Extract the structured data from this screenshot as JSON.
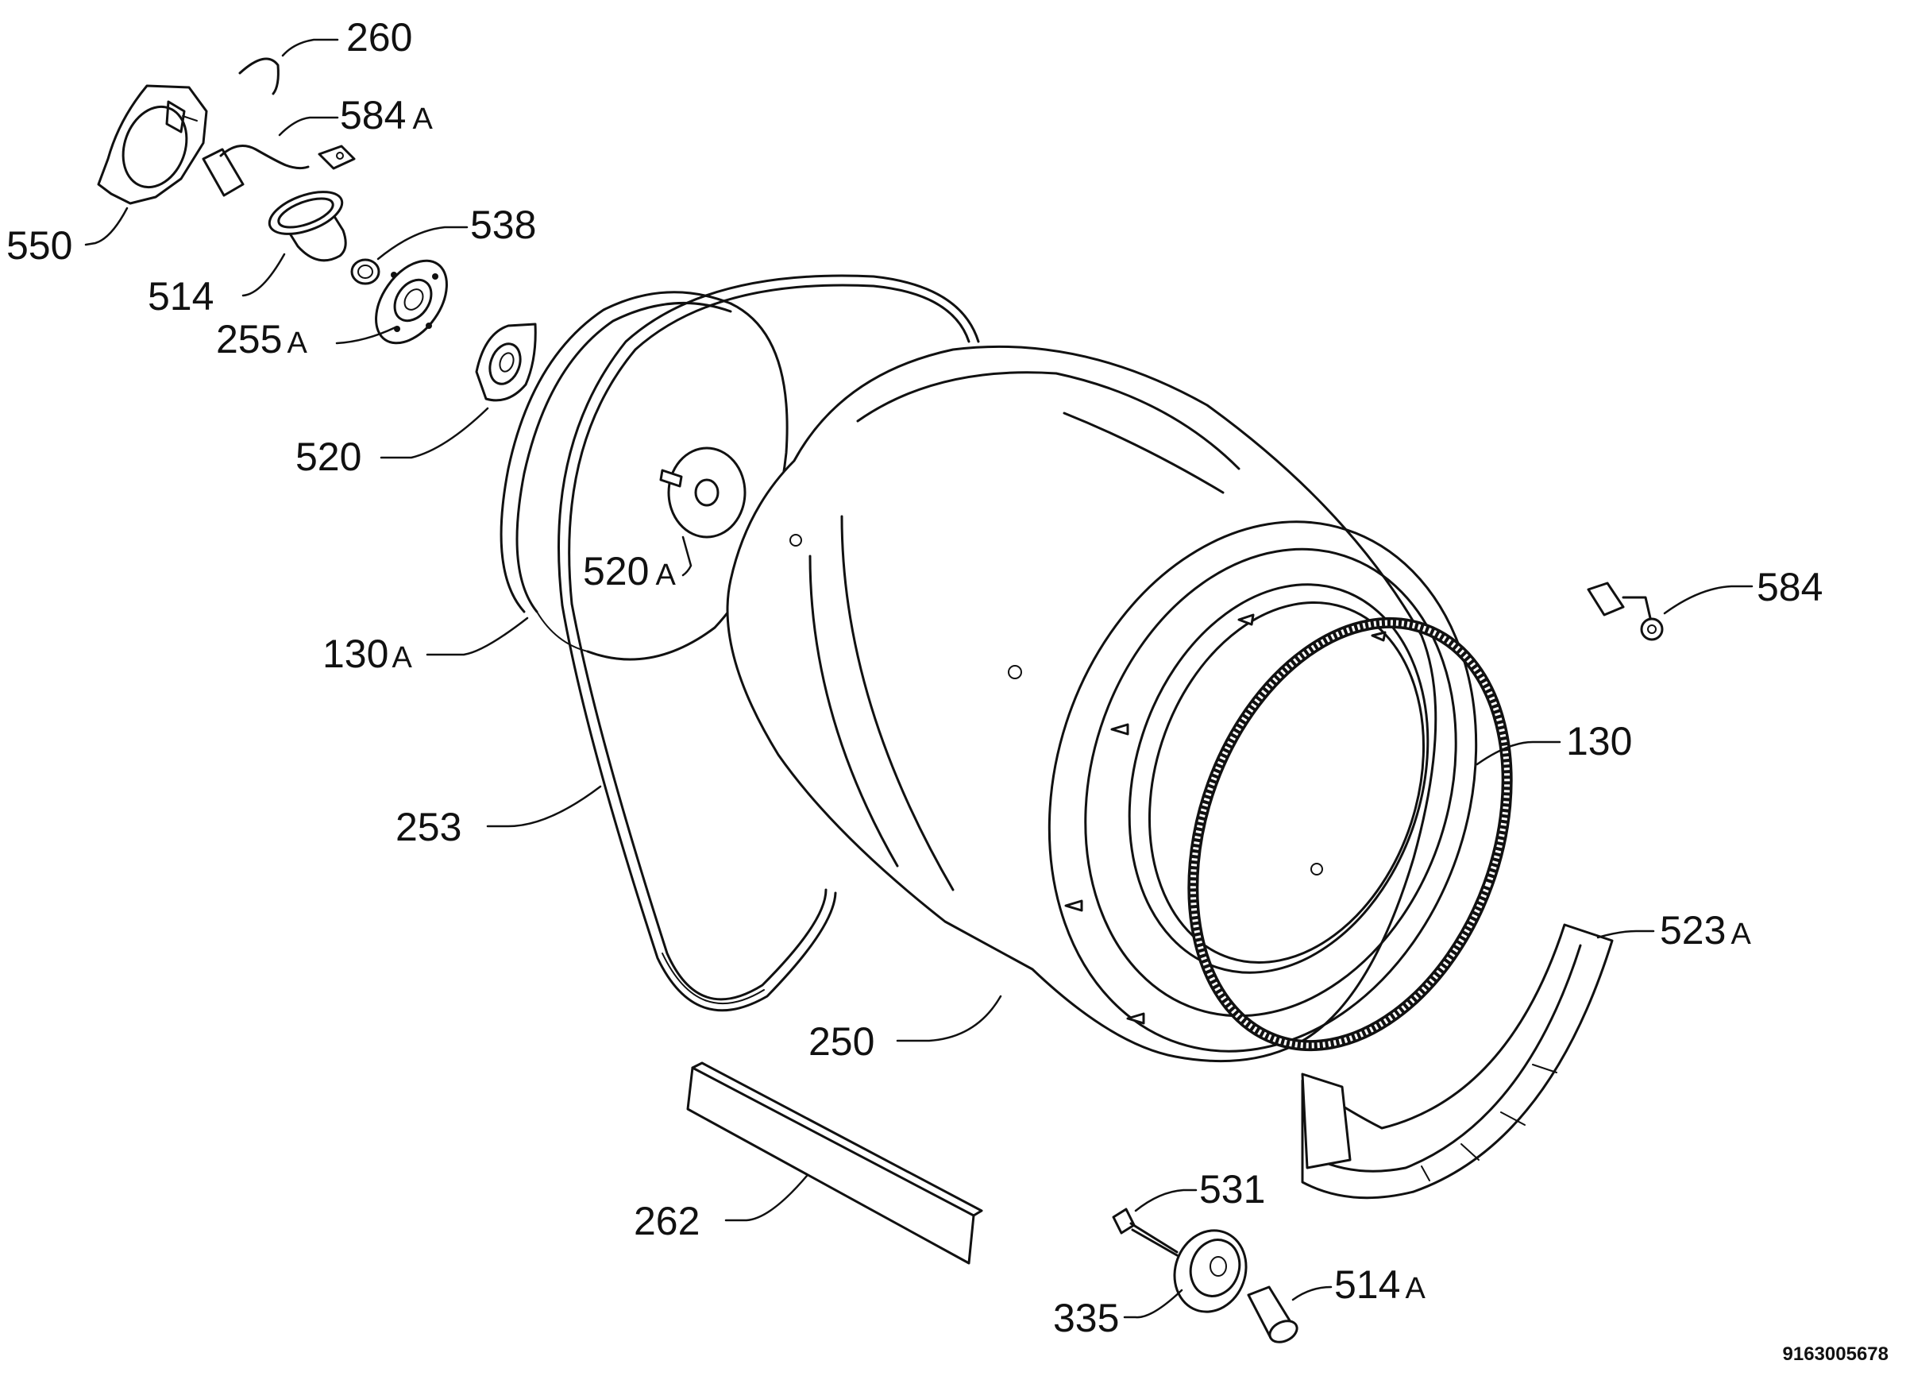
{
  "diagram": {
    "document_number": "9163005678",
    "callouts": [
      {
        "id": "c260",
        "number": "260",
        "suffix": ""
      },
      {
        "id": "c584a",
        "number": "584",
        "suffix": "A"
      },
      {
        "id": "c550",
        "number": "550",
        "suffix": ""
      },
      {
        "id": "c538",
        "number": "538",
        "suffix": ""
      },
      {
        "id": "c514",
        "number": "514",
        "suffix": ""
      },
      {
        "id": "c255a",
        "number": "255",
        "suffix": "A"
      },
      {
        "id": "c520",
        "number": "520",
        "suffix": ""
      },
      {
        "id": "c520a",
        "number": "520",
        "suffix": "A"
      },
      {
        "id": "c584",
        "number": "584",
        "suffix": ""
      },
      {
        "id": "c130a",
        "number": "130",
        "suffix": "A"
      },
      {
        "id": "c130",
        "number": "130",
        "suffix": ""
      },
      {
        "id": "c253",
        "number": "253",
        "suffix": ""
      },
      {
        "id": "c523a",
        "number": "523",
        "suffix": "A"
      },
      {
        "id": "c250",
        "number": "250",
        "suffix": ""
      },
      {
        "id": "c531",
        "number": "531",
        "suffix": ""
      },
      {
        "id": "c262",
        "number": "262",
        "suffix": ""
      },
      {
        "id": "c514a",
        "number": "514",
        "suffix": "A"
      },
      {
        "id": "c335",
        "number": "335",
        "suffix": ""
      }
    ]
  }
}
